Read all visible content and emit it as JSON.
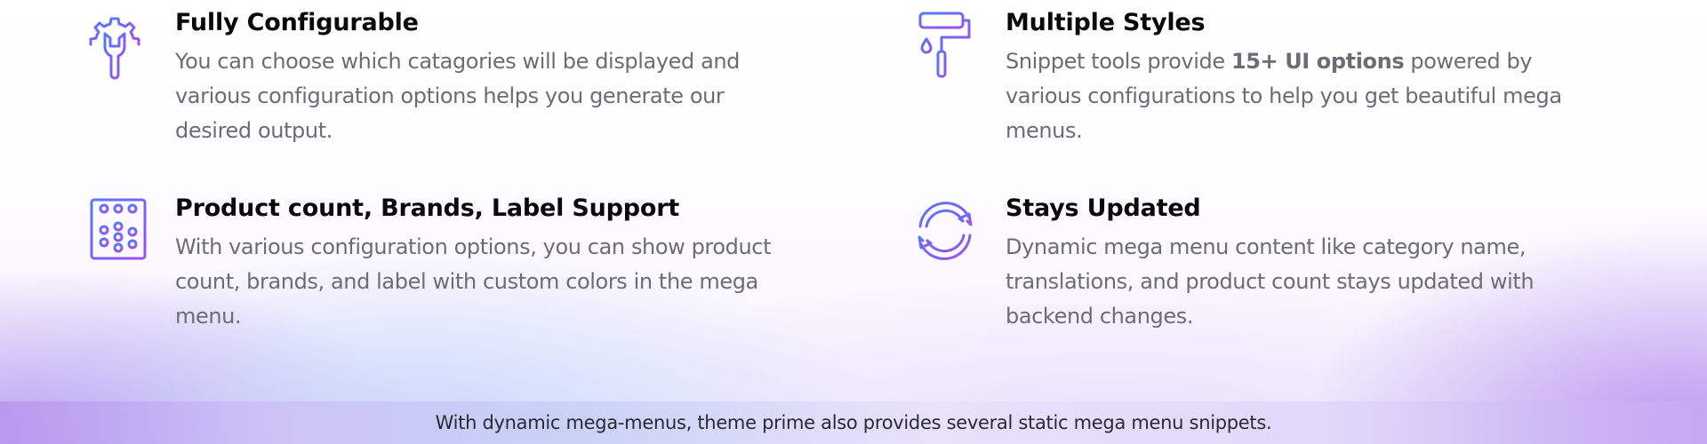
{
  "features": [
    {
      "icon": "wrench-gear-icon",
      "title": "Fully Configurable",
      "description": "You can choose which catagories will be displayed and various configuration options helps you generate our desired output."
    },
    {
      "icon": "paint-roller-icon",
      "title": "Multiple Styles",
      "description_before": "Snippet tools provide ",
      "description_bold": "15+ UI options",
      "description_after": " powered by various configurations to help you get beautiful mega menus."
    },
    {
      "icon": "abacus-icon",
      "title": "Product count, Brands, Label Support",
      "description": "With various configuration options, you can show product count, brands, and label with custom colors in the mega menu."
    },
    {
      "icon": "refresh-icon",
      "title": "Stays Updated",
      "description": "Dynamic mega menu content like category name, translations, and product count stays updated with backend changes."
    }
  ],
  "footer_bar": {
    "text": "With dynamic mega-menus, theme prime also provides several static mega menu snippets."
  },
  "colors": {
    "icon_gradient_start": "#4f7cf7",
    "icon_gradient_end": "#a24df2",
    "title": "#0a0a0a",
    "description": "#6c6c76"
  }
}
